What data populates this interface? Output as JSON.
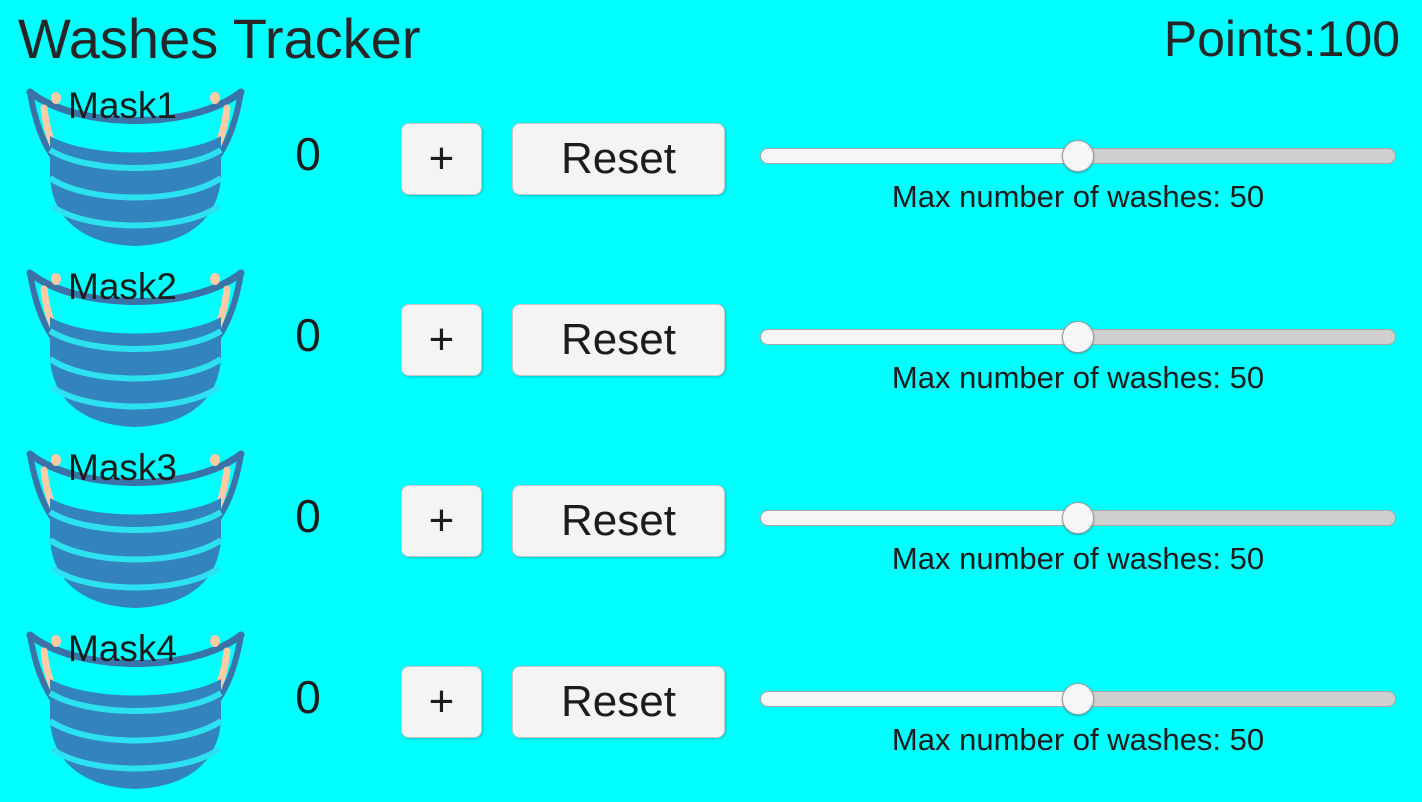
{
  "app": {
    "title": "Washes Tracker",
    "background_color": "#00FFFF",
    "text_color": "#1c1c1c"
  },
  "header": {
    "title": "Washes Tracker",
    "points_label": "Points:100",
    "points_value": 100
  },
  "slider_defaults": {
    "min": 0,
    "max": 100,
    "value": 50,
    "track_color": "#CFCFCF",
    "fill_color": "#F6F6F6",
    "thumb_color": "#F7F7F7"
  },
  "button_labels": {
    "increment": "+",
    "reset": "Reset"
  },
  "mask_icon": {
    "name": "face-mask-icon",
    "body_color": "#3383BC",
    "pleat_line_color": "#2dd6e8",
    "strap_color": "#2F6FA8",
    "ear_loop_color": "#FFCBA4"
  },
  "rows": [
    {
      "mask_label": "Mask1",
      "count": "0",
      "increment_label": "+",
      "reset_label": "Reset",
      "slider_value": 50,
      "slider_caption": "Max number of washes: 50"
    },
    {
      "mask_label": "Mask2",
      "count": "0",
      "increment_label": "+",
      "reset_label": "Reset",
      "slider_value": 50,
      "slider_caption": "Max number of washes: 50"
    },
    {
      "mask_label": "Mask3",
      "count": "0",
      "increment_label": "+",
      "reset_label": "Reset",
      "slider_value": 50,
      "slider_caption": "Max number of washes: 50"
    },
    {
      "mask_label": "Mask4",
      "count": "0",
      "increment_label": "+",
      "reset_label": "Reset",
      "slider_value": 50,
      "slider_caption": "Max number of washes: 50"
    }
  ]
}
